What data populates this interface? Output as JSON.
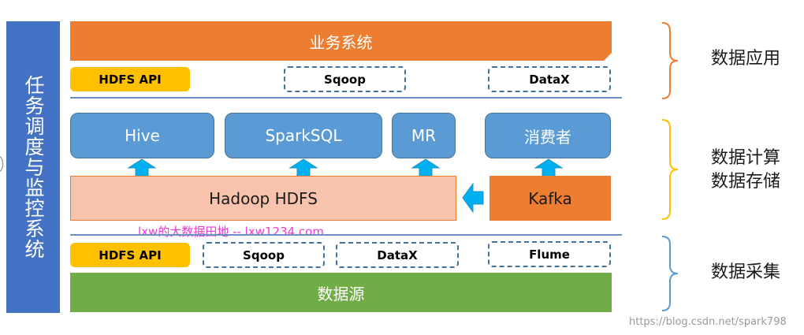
{
  "colors": {
    "scheduler": "#4472c4",
    "business_bar": "#ed7d31",
    "source_bar": "#70ad47",
    "api_box": "#ffc000",
    "compute_box": "#5b9bd5",
    "hdfs_box": "#f8c3ac",
    "kafka_box": "#ed7d31",
    "arrow": "#00b0f0",
    "brace_app": "#ed7d31",
    "brace_compute": "#ffc000",
    "brace_collect": "#5b9bd5"
  },
  "scheduler": {
    "label": "任务调度与监控系统"
  },
  "app_layer": {
    "title": "业务系统",
    "api": "HDFS API",
    "tools": [
      "Sqoop",
      "DataX"
    ]
  },
  "compute_layer": {
    "engines": [
      "Hive",
      "SparkSQL",
      "MR",
      "消费者"
    ],
    "storage": "Hadoop HDFS",
    "queue": "Kafka",
    "arrow_icons": [
      "up-arrow-icon",
      "left-arrow-icon"
    ]
  },
  "collect_layer": {
    "api": "HDFS API",
    "tools": [
      "Sqoop",
      "DataX",
      "Flume"
    ],
    "source": "数据源"
  },
  "brace_labels": {
    "app": "数据应用",
    "compute_line1": "数据计算",
    "compute_line2": "数据存储",
    "collect": "数据采集"
  },
  "watermarks": {
    "center": "lxw的大数据田地 -- lxw1234.com",
    "corner": "https://blog.csdn.net/spark798"
  }
}
